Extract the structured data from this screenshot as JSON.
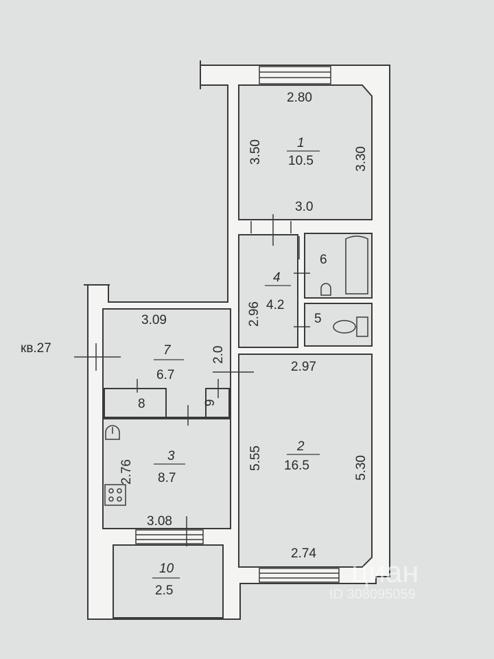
{
  "apartment_label": "кв.27",
  "rooms": [
    {
      "id": "1",
      "area": "10.5",
      "dims": [
        "2.80",
        "3.50",
        "3.30",
        "3.0"
      ]
    },
    {
      "id": "2",
      "area": "16.5",
      "dims": [
        "2.97",
        "5.55",
        "5.30",
        "2.74"
      ]
    },
    {
      "id": "3",
      "area": "8.7",
      "dims": [
        "2.76",
        "3.08"
      ]
    },
    {
      "id": "4",
      "area": "4.2",
      "dims": [
        "2.96"
      ]
    },
    {
      "id": "5"
    },
    {
      "id": "6"
    },
    {
      "id": "7",
      "area": "6.7",
      "dims": [
        "3.09",
        "2.0"
      ]
    },
    {
      "id": "8"
    },
    {
      "id": "9"
    },
    {
      "id": "10",
      "area": "2.5"
    }
  ],
  "watermark": {
    "brand": "циан",
    "id_text": "ID 308095059"
  },
  "colors": {
    "background": "#dfe2e1",
    "wall": "#f4f4f2",
    "line": "#3a3a3a"
  }
}
